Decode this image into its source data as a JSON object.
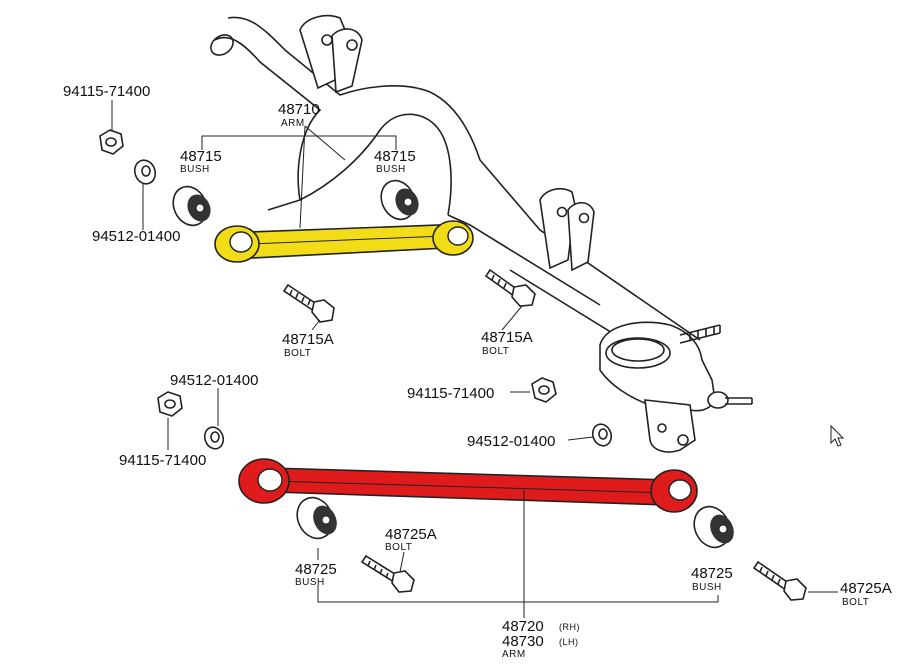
{
  "colors": {
    "upper_arm_highlight": "#f2dc18",
    "lower_arm_highlight": "#e01b1b",
    "line": "#222222",
    "background": "#ffffff"
  },
  "labels": {
    "nut_top": "94115-71400",
    "washer_top": "94512-01400",
    "upper_arm_num": "48710",
    "upper_arm_sub": "ARM",
    "bush_upper_left_num": "48715",
    "bush_upper_left_sub": "BUSH",
    "bush_upper_right_num": "48715",
    "bush_upper_right_sub": "BUSH",
    "bolt_upper_left_num": "48715A",
    "bolt_upper_left_sub": "BOLT",
    "bolt_upper_right_num": "48715A",
    "bolt_upper_right_sub": "BOLT",
    "washer_left_mid": "94512-01400",
    "nut_left_mid": "94115-71400",
    "nut_right_mid": "94115-71400",
    "washer_right_mid": "94512-01400",
    "bolt_lower_mid_num": "48725A",
    "bolt_lower_mid_sub": "BOLT",
    "bush_lower_left_num": "48725",
    "bush_lower_left_sub": "BUSH",
    "bush_lower_right_num": "48725",
    "bush_lower_right_sub": "BUSH",
    "bolt_lower_right_num": "48725A",
    "bolt_lower_right_sub": "BOLT",
    "lower_arm_rh_num": "48720",
    "lower_arm_rh_side": "(RH)",
    "lower_arm_lh_num": "48730",
    "lower_arm_lh_side": "(LH)",
    "lower_arm_sub": "ARM"
  },
  "icons": {
    "cursor": "mouse-pointer-icon"
  }
}
